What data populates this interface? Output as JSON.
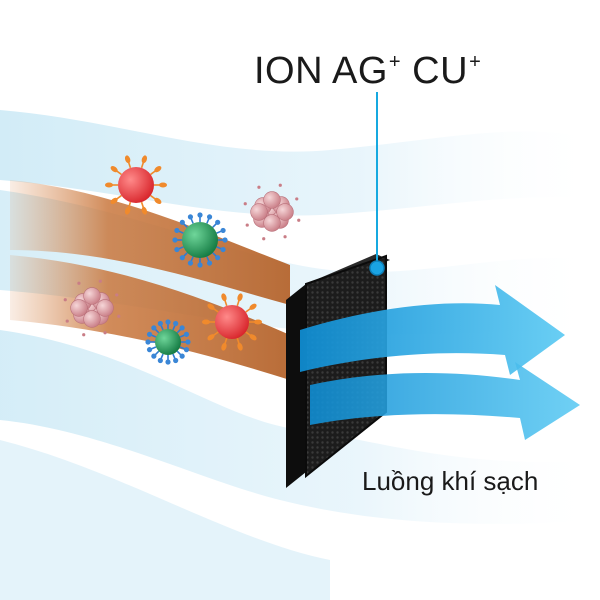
{
  "ion_label": {
    "ag_text": "ION AG",
    "ag_charge": "+",
    "cu_text": " CU",
    "cu_charge": "+"
  },
  "flow_label": "Luồng khí sạch",
  "colors": {
    "background_wave": "#bfe6f5",
    "dirty_air": "#c0713a",
    "clean_air": "#1aa3e3",
    "filter": "#141414",
    "pointer_line": "#17a9e0",
    "bacteria_red": "#e53b3b",
    "bacteria_green": "#1f9a57",
    "dust_pink": "#d99aa0"
  },
  "particles": [
    {
      "kind": "bacteria",
      "color": "red",
      "icon": "red-bacteria-icon"
    },
    {
      "kind": "bacteria",
      "color": "green",
      "icon": "green-bacteria-icon"
    },
    {
      "kind": "dust",
      "color": "pink",
      "icon": "dust-particle-icon"
    },
    {
      "kind": "dust",
      "color": "pink",
      "icon": "dust-particle-icon"
    },
    {
      "kind": "bacteria",
      "color": "green",
      "icon": "green-bacteria-icon"
    },
    {
      "kind": "bacteria",
      "color": "red",
      "icon": "red-bacteria-icon"
    }
  ]
}
